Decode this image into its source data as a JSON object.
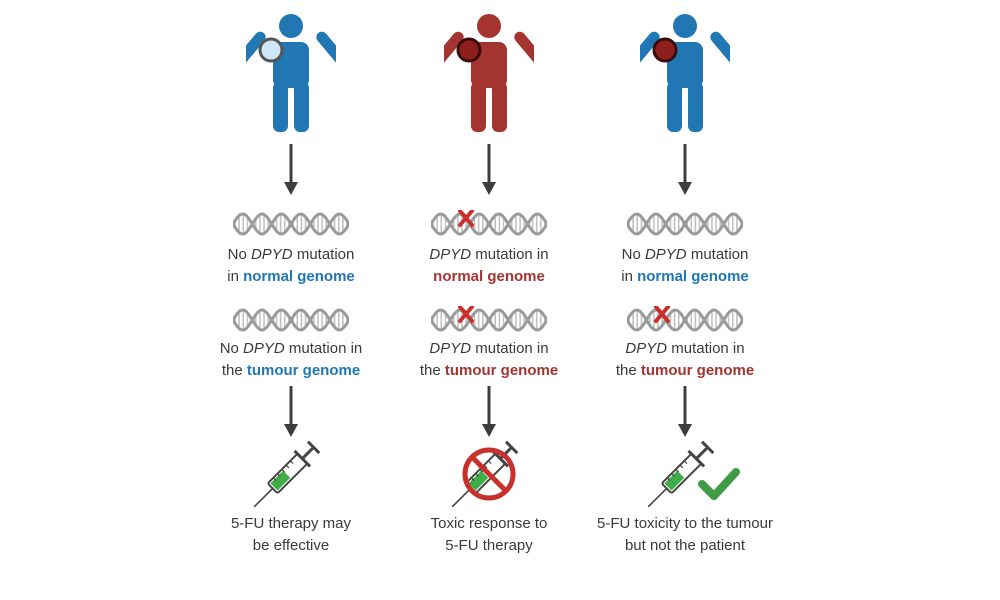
{
  "colors": {
    "blue": "#2077b4",
    "red": "#a3342f",
    "arrow": "#3d3d3d",
    "dna": "#9a9a9a",
    "syringe_fill": "#3fae49",
    "check": "#3f9b45",
    "ban": "#c9302c"
  },
  "columns": [
    {
      "person_color": "blue",
      "lens": "clear-magnifier-icon",
      "dna1": {
        "mutated": false,
        "caption": {
          "line1_pre": "No ",
          "gene": "DPYD",
          "line1_post": " mutation",
          "line2_pre": "in ",
          "highlight": "normal genome",
          "highlight_color": "blue"
        }
      },
      "dna2": {
        "mutated": false,
        "caption": {
          "line1_pre": "No ",
          "gene": "DPYD",
          "line1_post": " mutation in",
          "line2_pre": "the ",
          "highlight": "tumour genome",
          "highlight_color": "blue"
        }
      },
      "outcome_badge": "none",
      "outcome": {
        "line1": "5-FU therapy may",
        "line2": "be effective"
      }
    },
    {
      "person_color": "red",
      "lens": "dark-red-lens-icon",
      "dna1": {
        "mutated": true,
        "caption": {
          "line1_pre": "",
          "gene": "DPYD",
          "line1_post": " mutation in",
          "line2_pre": "",
          "highlight": "normal genome",
          "highlight_color": "red"
        }
      },
      "dna2": {
        "mutated": true,
        "caption": {
          "line1_pre": "",
          "gene": "DPYD",
          "line1_post": " mutation in",
          "line2_pre": "the ",
          "highlight": "tumour genome",
          "highlight_color": "red"
        }
      },
      "outcome_badge": "prohibited-icon",
      "outcome": {
        "line1": "Toxic response to",
        "line2": "5-FU therapy"
      }
    },
    {
      "person_color": "blue",
      "lens": "dark-red-lens-icon",
      "dna1": {
        "mutated": false,
        "caption": {
          "line1_pre": "No ",
          "gene": "DPYD",
          "line1_post": " mutation",
          "line2_pre": "in ",
          "highlight": "normal genome",
          "highlight_color": "blue"
        }
      },
      "dna2": {
        "mutated": true,
        "caption": {
          "line1_pre": "",
          "gene": "DPYD",
          "line1_post": " mutation in",
          "line2_pre": "the ",
          "highlight": "tumour genome",
          "highlight_color": "red"
        }
      },
      "outcome_badge": "checkmark-icon",
      "outcome": {
        "line1": "5-FU toxicity to the tumour",
        "line2": "but not the patient"
      }
    }
  ]
}
